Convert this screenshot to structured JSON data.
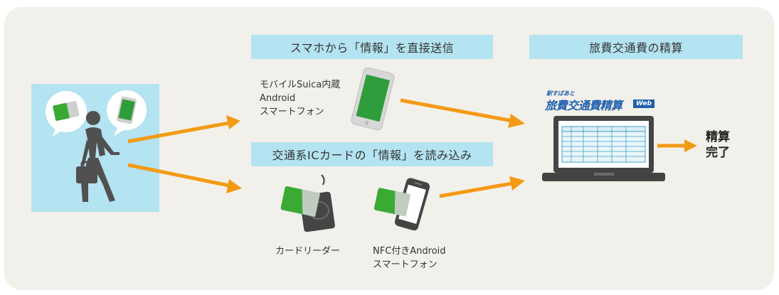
{
  "boxes": {
    "smartphone_send": "スマホから「情報」を直接送信",
    "ic_card_read": "交通系ICカードの「情報」を読み込み",
    "settlement": "旅費交通費の精算"
  },
  "captions": {
    "mobile_suica": "モバイルSuica内蔵\nAndroid\nスマートフォン",
    "card_reader": "カードリーダー",
    "nfc_android": "NFC付きAndroid\nスマートフォン"
  },
  "logo": {
    "small_text": "駅すぱあと",
    "main_text": "旅費交通費精算",
    "web_badge": "Web"
  },
  "result": "精算\n完了",
  "colors": {
    "panel_bg": "#f2f0ea",
    "label_bg": "#b4e3f1",
    "arrow": "#f39a14",
    "person_bg": "#b4e3f1",
    "green": "#3aaa35",
    "phone_green": "#2f9d3c",
    "dark": "#444444"
  }
}
